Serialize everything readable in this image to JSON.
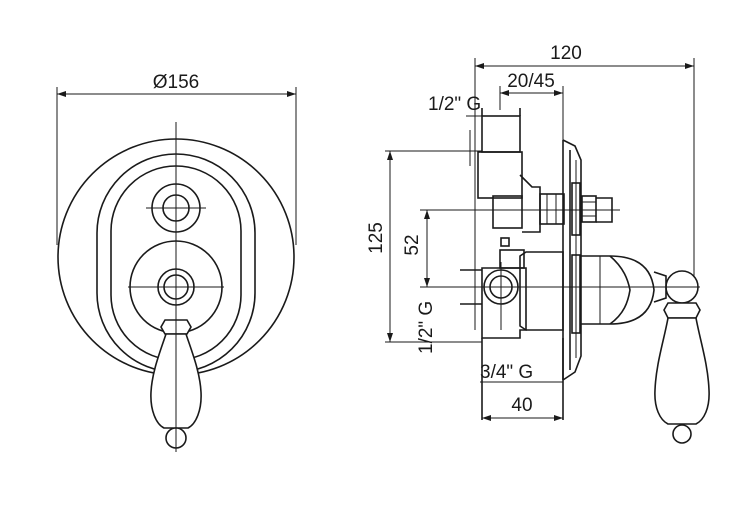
{
  "dimensions": {
    "front_diameter": "Ø156",
    "overall_depth": "120",
    "adjust_range": "20/45",
    "top_inlet": "1/2\" G",
    "height": "125",
    "axis_offset": "52",
    "side_inlet": "1/2\" G",
    "outlet": "3/4\" G",
    "body_width": "40"
  },
  "colors": {
    "line": "#1a1a1a",
    "background": "#ffffff"
  }
}
